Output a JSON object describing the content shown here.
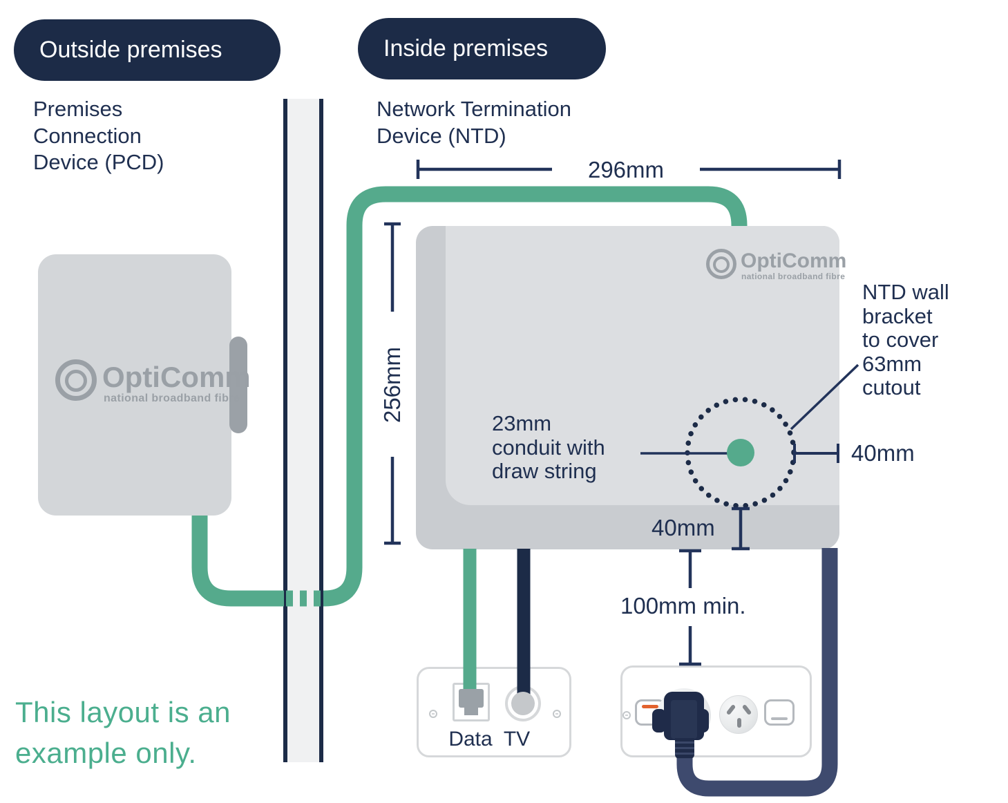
{
  "badges": {
    "outside": "Outside premises",
    "inside": "Inside premises"
  },
  "devices": {
    "pcd_label": [
      "Premises",
      "Connection",
      "Device (PCD)"
    ],
    "ntd_label": [
      "Network Termination",
      "Device (NTD)"
    ]
  },
  "brand": {
    "name": "OptiComm",
    "tagline": "national broadband fibre"
  },
  "dimensions": {
    "ntd_width": "296mm",
    "ntd_height": "256mm",
    "cutout_offset_right": "40mm",
    "cutout_offset_bottom": "40mm",
    "outlet_clearance": "100mm min."
  },
  "annotations": {
    "conduit": [
      "23mm",
      "conduit with",
      "draw string"
    ],
    "bracket": [
      "NTD wall",
      "bracket",
      "to cover",
      "63mm",
      "cutout"
    ],
    "footnote": [
      "This layout is an",
      "example only."
    ]
  },
  "ports": {
    "data": "Data",
    "tv": "TV"
  },
  "colors": {
    "navy": "#1c2b47",
    "fibre_green": "#55aa8c",
    "footnote_green": "#4bae8e",
    "power_cable": "#3e4a6e",
    "device_gray": "#d3d6d9",
    "ntd_outer_gray": "#c9ccd0",
    "ntd_inner_gray": "#dcdee1",
    "logo_gray": "#9aa0a6"
  }
}
